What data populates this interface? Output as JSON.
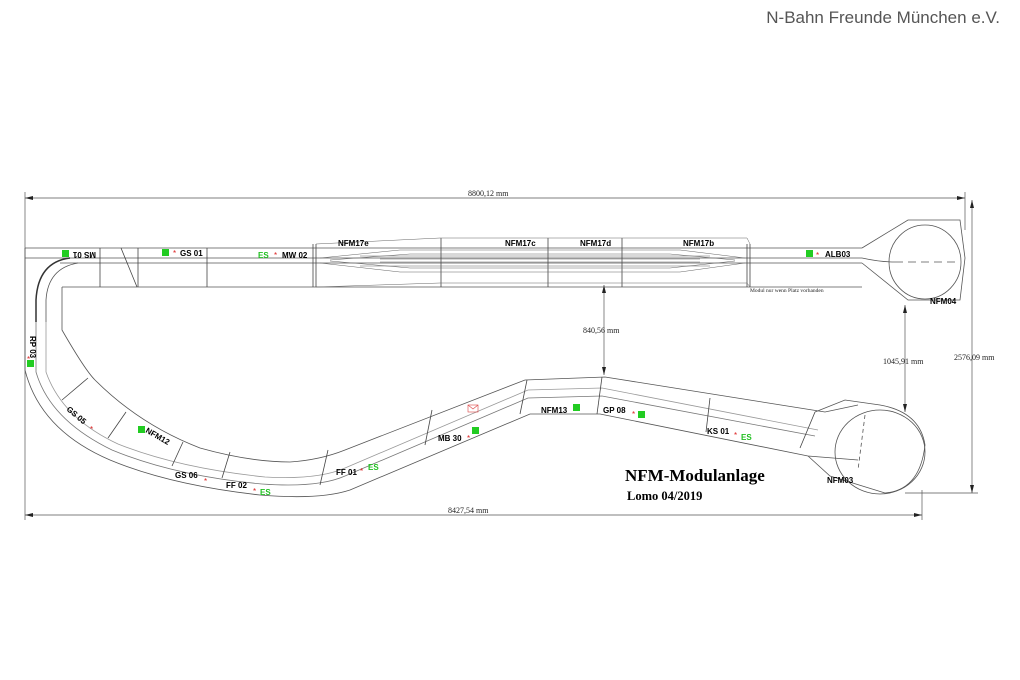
{
  "header": {
    "org": "N-Bahn Freunde München e.V."
  },
  "title": {
    "main": "NFM-Modulanlage",
    "sub": "Lomo 04/2019"
  },
  "dimensions": {
    "top_width": "8800,12 mm",
    "bottom_width": "8427,54 mm",
    "total_height": "2576,09 mm",
    "loop_gap": "1045,91 mm",
    "inner_gap": "840,56 mm"
  },
  "note": "Modul nur wenn Platz vorhanden",
  "modules": {
    "ms01": "MS 01",
    "gs01": "GS 01",
    "mw02": "MW 02",
    "nfm17e": "NFM17e",
    "nfm17c": "NFM17c",
    "nfm17d": "NFM17d",
    "nfm17b": "NFM17b",
    "alb03": "ALB03",
    "nfm04": "NFM04",
    "rp03": "RP 03",
    "gs05": "GS 05",
    "nfm12": "NFM12",
    "gs06": "GS 06",
    "ff02": "FF 02",
    "ff01": "FF 01",
    "mb30": "MB 30",
    "nfm13": "NFM13",
    "gp08": "GP 08",
    "ks01": "KS 01",
    "nfm03": "NFM03"
  },
  "marks": {
    "star": "*",
    "es": "ES"
  },
  "colors": {
    "green_marker": "#22cc22",
    "red_star": "#dd2222",
    "es_text": "#1fbf1f",
    "track": "#555555"
  }
}
